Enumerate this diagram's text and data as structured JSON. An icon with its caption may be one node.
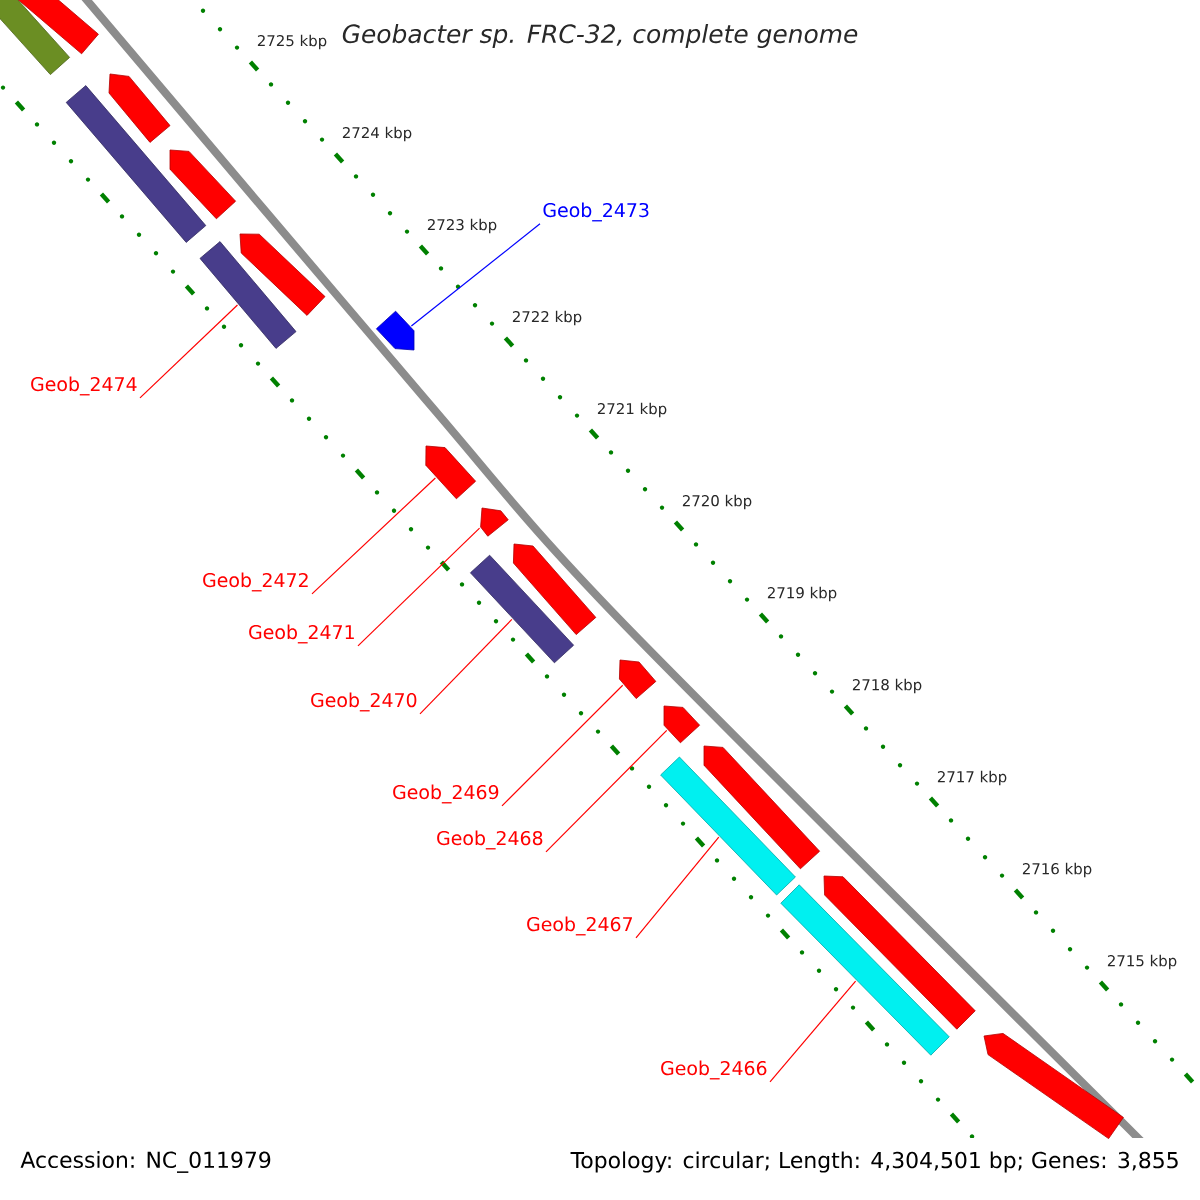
{
  "diagram": {
    "title": "Geobacter sp. FRC-32, complete genome",
    "nodes": [
      {
        "text": [
          "Geob_2473"
        ]
      },
      {
        "text": [],
        "shape": "arrow"
      },
      {
        "text": [
          "Geob_2474"
        ]
      },
      {
        "text": [],
        "shape": "bar"
      },
      {
        "text": [
          "Geob_2472"
        ]
      },
      {
        "text": [],
        "shape": "arrow"
      },
      {
        "text": [
          "Geob_2471"
        ]
      },
      {
        "text": [],
        "shape": "arrow"
      },
      {
        "text": [
          "Geob_2470"
        ]
      },
      {
        "text": [],
        "shape": "bar"
      },
      {
        "text": [
          "Geob_2469"
        ]
      },
      {
        "text": [],
        "shape": "arrow"
      },
      {
        "text": [
          "Geob_2468"
        ]
      },
      {
        "text": [],
        "shape": "arrow"
      },
      {
        "text": [
          "Geob_2467"
        ]
      },
      {
        "text": [],
        "shape": "bar"
      },
      {
        "text": [
          "Geob_2466"
        ]
      },
      {
        "text": [],
        "shape": "bar"
      },
      {
        "text": [],
        "shape": "bar"
      },
      {
        "text": [],
        "shape": "arrow"
      },
      {
        "text": [],
        "shape": "arrow"
      },
      {
        "text": [],
        "shape": "bar"
      },
      {
        "text": [],
        "shape": "arrow"
      },
      {
        "text": [],
        "shape": "arrow"
      },
      {
        "text": [],
        "shape": "arrow"
      },
      {
        "text": [],
        "shape": "arrow"
      },
      {
        "text": [],
        "shape": "arrow"
      },
      {
        "text": [],
        "shape": "arrow"
      }
    ],
    "edges": [
      {
        "from": 0,
        "to": 1,
        "arrow": "none",
        "color": "#0000ff"
      },
      {
        "from": 2,
        "to": 3,
        "arrow": "none"
      },
      {
        "from": 4,
        "to": 5,
        "arrow": "none"
      },
      {
        "from": 6,
        "to": 7,
        "arrow": "none"
      },
      {
        "from": 8,
        "to": 9,
        "arrow": "none"
      },
      {
        "from": 10,
        "to": 11,
        "arrow": "none"
      },
      {
        "from": 12,
        "to": 13,
        "arrow": "none"
      },
      {
        "from": 14,
        "to": 15,
        "arrow": "none"
      },
      {
        "from": 16,
        "to": 17,
        "arrow": "none"
      }
    ],
    "labels": [
      "2725 kbp",
      "2724 kbp",
      "2723 kbp",
      "2722 kbp",
      "2721 kbp",
      "2720 kbp",
      "2719 kbp",
      "2718 kbp",
      "2717 kbp",
      "2716 kbp",
      "2715 kbp",
      "Accession: NC_011979",
      "Topology: circular; Length: 4,304,501 bp; Genes: 3,855"
    ]
  }
}
